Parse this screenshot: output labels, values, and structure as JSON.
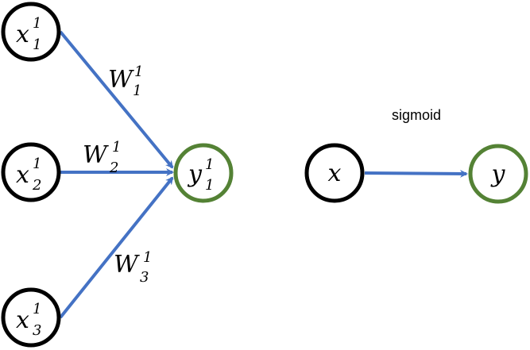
{
  "colors": {
    "input_node_stroke": "#000000",
    "output_node_stroke": "#548235",
    "edge": "#4472c4"
  },
  "neuron": {
    "inputs": [
      {
        "base": "x",
        "sup": "1",
        "sub": "1"
      },
      {
        "base": "x",
        "sup": "1",
        "sub": "2"
      },
      {
        "base": "x",
        "sup": "1",
        "sub": "3"
      }
    ],
    "output": {
      "base": "y",
      "sup": "1",
      "sub": "1"
    },
    "weights": [
      {
        "base": "W",
        "sup": "1",
        "sub": "1"
      },
      {
        "base": "W",
        "sup": "1",
        "sub": "2"
      },
      {
        "base": "W",
        "sup": "1",
        "sub": "3"
      }
    ]
  },
  "activation": {
    "input": "x",
    "output": "y",
    "label": "sigmoid"
  }
}
